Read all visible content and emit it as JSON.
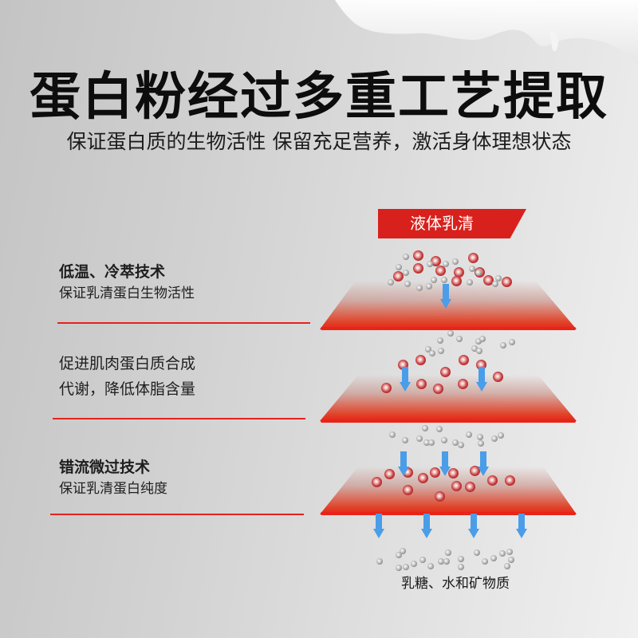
{
  "title": "蛋白粉经过多重工艺提取",
  "subtitle": "保证蛋白质的生物活性 保留充足营养，激活身体理想状态",
  "badge": {
    "label": "液体乳清",
    "color": "#d8211c"
  },
  "features": [
    {
      "heading": "低温、冷萃技术",
      "description": "保证乳清蛋白生物活性"
    },
    {
      "heading_line1": "促进肌肉蛋白质合成",
      "heading_line2": "代谢，降低体脂含量"
    },
    {
      "heading": "错流微过技术",
      "description": "保证乳清蛋白纯度"
    }
  ],
  "bottom_label": "乳糖、水和矿物质",
  "colors": {
    "accent_red": "#e2231e",
    "arrow_blue": "#4a9de8",
    "title_black": "#0d0d0d"
  },
  "icons": {
    "arrow": "down-arrow-icon",
    "protein": "protein-particle-icon",
    "impurity": "impurity-particle-icon"
  }
}
